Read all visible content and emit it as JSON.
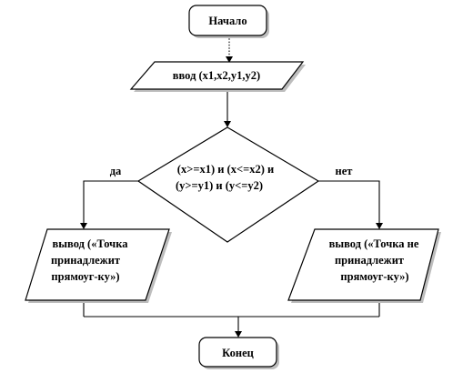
{
  "flowchart": {
    "start": "Начало",
    "input": "ввод (x1,x2,y1,y2)",
    "condition": {
      "line1": "(x>=x1)  и (x<=x2)  и",
      "line2": "(y>=y1)  и (y<=y2)",
      "yes": "да",
      "no": "нет"
    },
    "output_yes": [
      "вывод («Точка",
      "принадлежит",
      "прямоуг-ку»)"
    ],
    "output_no": [
      "вывод («Точка не",
      "принадлежит",
      "прямоуг-ку»)"
    ],
    "end": "Конец"
  }
}
